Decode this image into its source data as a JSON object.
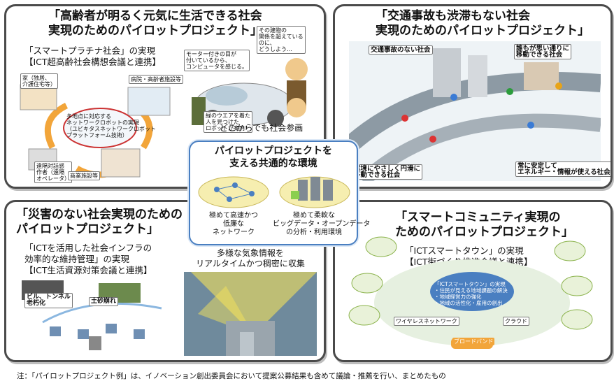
{
  "panel1": {
    "title": "「高齢者が明るく元気に生活できる社会\n実現のためのパイロットプロジェクト」",
    "subtitle": "「スマートプラチナ社会」の実現\n【ICT超高齢社会構想会議と連携】",
    "labels": [
      "家（独居、\n介護住宅等）",
      "病院・高齢者施設等",
      "多地点に対応する\nネットワークロボットの実現\n（ユビキタスネットワークロボット\nプラットフォーム技術）",
      "遠隔対話感\n作者（遠隔\nオペレータ）",
      "商業施設等"
    ],
    "speech": [
      "モーター付きの目が\n付いているから、\nコンピュータを感じる。",
      "その建物の\n関係を超えている\nのに、\nどうしよう…",
      "緑のウエアを着た\n人を見つけた\nロボットが案内！"
    ],
    "caption": "どこからでも社会参画"
  },
  "panel2": {
    "title": "「交通事故も渋滞もない社会\n実現のためのパイロットプロジェクト」",
    "labels": [
      "交通事故のない社会",
      "誰もが思い通りに\n移動できる社会",
      "環境にやさしく円滑に\n移動できる社会",
      "常に安定して\nエネルギー・情報が使える社会"
    ]
  },
  "panel3": {
    "title": "「災害のない社会実現のための\nパイロットプロジェクト」",
    "subtitle": "「ICTを活用した社会インフラの\n効率的な維持管理」の実現\n【ICT生活資源対策会議と連携】",
    "labels": [
      "ビル、トンネル\n老朽化",
      "土砂崩れ"
    ],
    "caption": "多様な気象情報を\nリアルタイムかつ稠密に収集"
  },
  "panel4": {
    "title": "「スマートコミュニティ実現の\nためのパイロットプロジェクト」",
    "subtitle": "「ICTスマートタウン」の実現\n【ICT街づくり推進会議と連携】",
    "labels": [
      "「ICTスマートタウン」の実現\n・住民が見える地域課題の解決\n・地域経営力の強化\n・地域の活性化・雇用の創出",
      "ワイヤレスネットワーク",
      "ブロードバンド",
      "クラウド"
    ]
  },
  "center": {
    "title": "パイロットプロジェクトを\n支える共通的な環境",
    "left_caption": "極めて高速かつ\n低廉な\nネットワーク",
    "right_caption": "極めて柔軟な\nビッグデータ・オープンデータ\nの分析・利用環境"
  },
  "note": "注：「パイロットプロジェクト例」は、イノベーション創出委員会において提案公募結果も含めて議論・推薦を行い、まとめたもの",
  "colors": {
    "border": "#4a4a4a",
    "center_border": "#4a7fc1",
    "accent_orange": "#f2a53a",
    "cloud": "#f6eeb0"
  }
}
